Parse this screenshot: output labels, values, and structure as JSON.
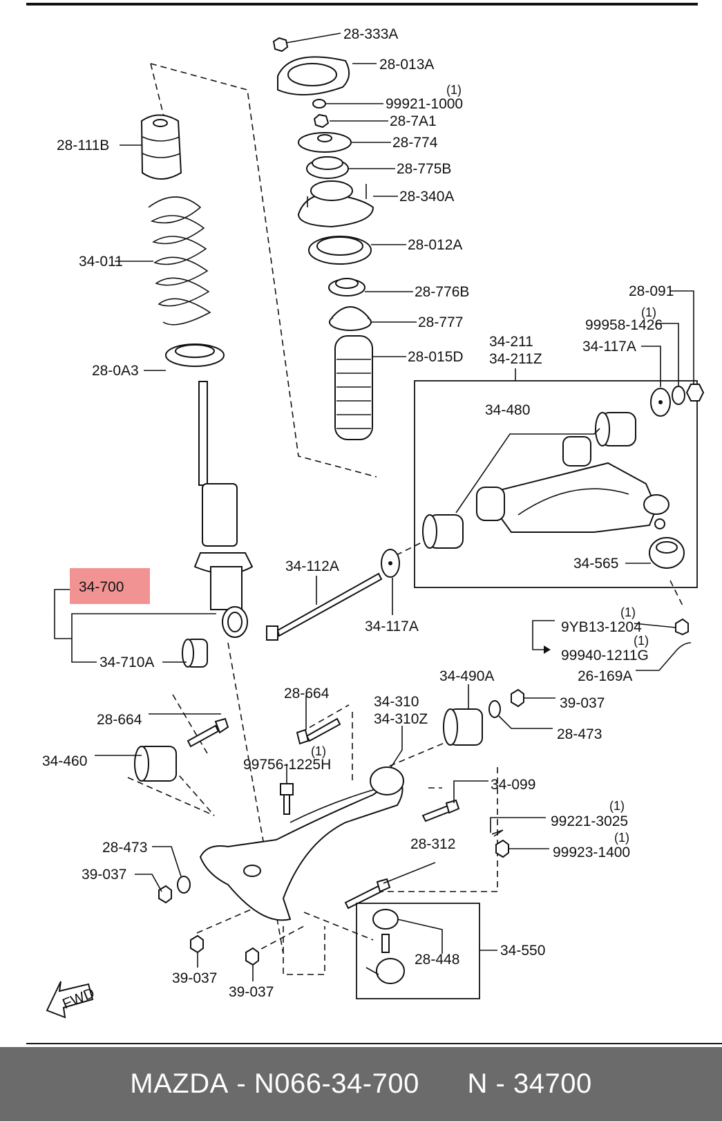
{
  "footer": {
    "brand": "MAZDA",
    "part_number": "N066-34-700",
    "short_number": "N - 34700"
  },
  "highlight_color": "#f08080",
  "labels": {
    "p28_333A": "28-333A",
    "p28_013A": "28-013A",
    "p99921_1000": "99921-1000",
    "p28_7A1": "28-7A1",
    "p28_774": "28-774",
    "p28_775B": "28-775B",
    "p28_340A": "28-340A",
    "p28_012A": "28-012A",
    "p28_776B": "28-776B",
    "p28_777": "28-777",
    "p28_015D": "28-015D",
    "p28_111B": "28-111B",
    "p34_011": "34-011",
    "p28_0A3": "28-0A3",
    "p34_700": "34-700",
    "p34_710A": "34-710A",
    "p34_112A": "34-112A",
    "p34_117A_lower": "34-117A",
    "p34_211": "34-211",
    "p34_211Z": "34-211Z",
    "p34_480": "34-480",
    "p34_565": "34-565",
    "p28_091": "28-091",
    "p99958_1426": "99958-1426",
    "p34_117A_upper": "34-117A",
    "p9YB13_1204": "9YB13-1204",
    "p99940_1211G": "99940-1211G",
    "p26_169A": "26-169A",
    "p34_490A": "34-490A",
    "p39_037_right": "39-037",
    "p28_473_right": "28-473",
    "p34_310": "34-310",
    "p34_310Z": "34-310Z",
    "p28_664_top": "28-664",
    "p28_664_left": "28-664",
    "p34_460": "34-460",
    "p99756_1225H": "99756-1225H",
    "p34_099": "34-099",
    "p99221_3025": "99221-3025",
    "p99923_1400": "99923-1400",
    "p28_473_left": "28-473",
    "p39_037_left": "39-037",
    "p28_312": "28-312",
    "p28_448": "28-448",
    "p34_550": "34-550",
    "p39_037_bottom1": "39-037",
    "p39_037_bottom2": "39-037",
    "fwd": "FWD"
  },
  "quantities": {
    "q99921_1000": "(1)",
    "q99958_1426": "(1)",
    "q9YB13_1204": "(1)",
    "q99940_1211G": "(1)",
    "q99756_1225H": "(1)",
    "q99221_3025": "(1)",
    "q99923_1400": "(1)"
  }
}
